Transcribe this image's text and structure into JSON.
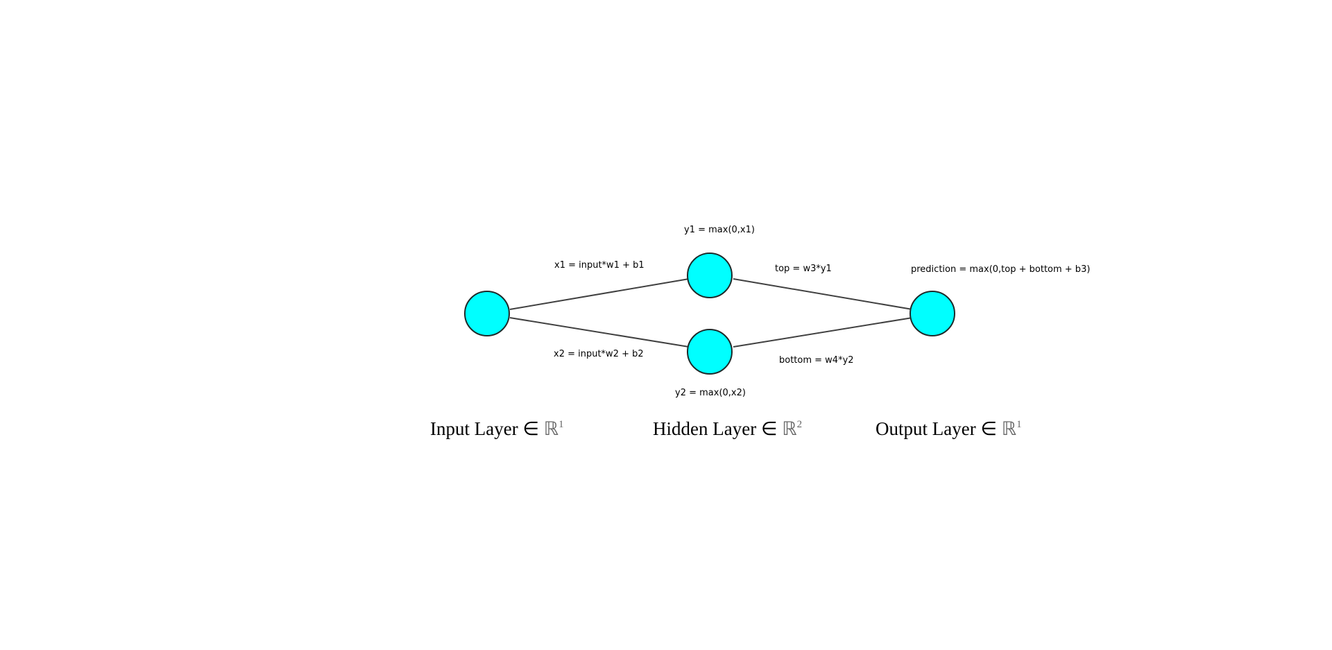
{
  "colors": {
    "node_fill": "#00ffff",
    "node_stroke": "#1f2a2a",
    "edge_stroke": "#404040"
  },
  "equations": {
    "x1": "x1 = input*w1 + b1",
    "x2": "x2 = input*w2 + b2",
    "y1": "y1 = max(0,x1)",
    "y2": "y2 = max(0,x2)",
    "top": "top = w3*y1",
    "bottom": "bottom = w4*y2",
    "prediction": "prediction = max(0,top + bottom + b3)"
  },
  "layers": {
    "input": {
      "name": "Input Layer",
      "member": "∈",
      "space": "ℝ",
      "dim": "1"
    },
    "hidden": {
      "name": "Hidden Layer",
      "member": "∈",
      "space": "ℝ",
      "dim": "2"
    },
    "output": {
      "name": "Output Layer",
      "member": "∈",
      "space": "ℝ",
      "dim": "1"
    }
  }
}
